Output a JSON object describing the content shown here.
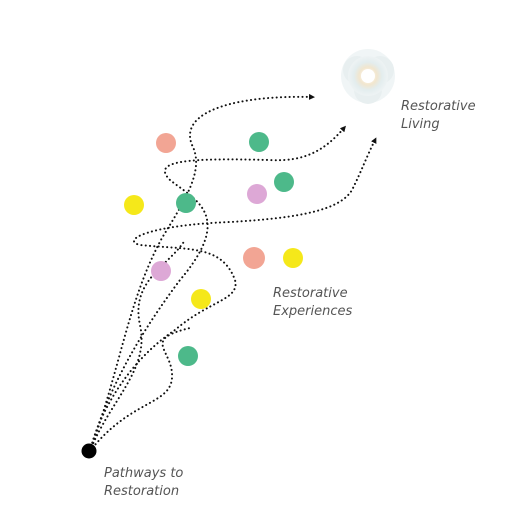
{
  "labels": {
    "living": [
      "Restorative",
      "Living"
    ],
    "experiences": [
      "Restorative",
      "Experiences"
    ],
    "pathways": [
      "Pathways to",
      "Restoration"
    ]
  },
  "colors": {
    "path": "#111111",
    "origin": "#000000",
    "salmon": "#F2A594",
    "green": "#4DB98A",
    "yellow": "#F5E81A",
    "lavender": "#DDA8D6",
    "halo_outer": "#E6EEF0",
    "halo_inner": "#F4E9D2",
    "text": "#555555"
  },
  "icons": {
    "origin": "origin-dot-icon",
    "destination": "glowing-halo-icon"
  }
}
